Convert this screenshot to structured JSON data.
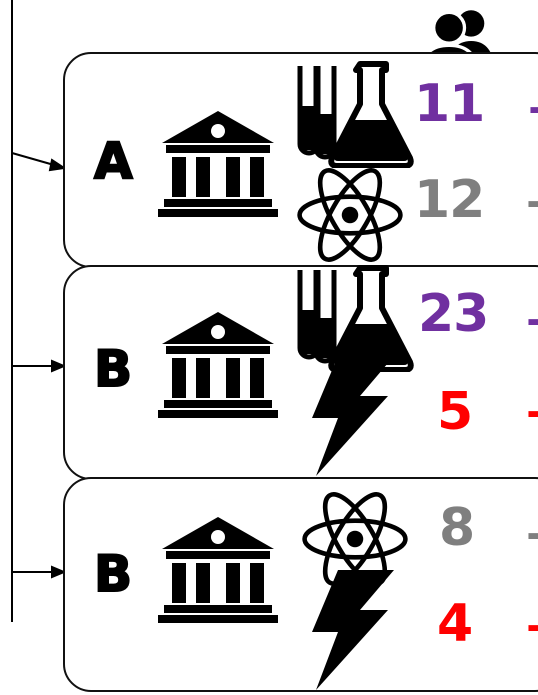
{
  "colors": {
    "purple": "#7030a0",
    "gray": "#7f7f7f",
    "red": "#ff0000",
    "ink": "#000000"
  },
  "header": {
    "icon": "people-icon"
  },
  "cards": [
    {
      "letter": "A",
      "icons": [
        "building-icon",
        "lab-flask-icon",
        "atom-icon"
      ],
      "values": [
        {
          "icon": "lab-flask-icon",
          "value": "11",
          "color": "#7030a0"
        },
        {
          "icon": "atom-icon",
          "value": "12",
          "color": "#7f7f7f"
        }
      ]
    },
    {
      "letter": "B",
      "icons": [
        "building-icon",
        "lab-flask-icon",
        "lightning-icon"
      ],
      "values": [
        {
          "icon": "lab-flask-icon",
          "value": "23",
          "color": "#7030a0"
        },
        {
          "icon": "lightning-icon",
          "value": "5",
          "color": "#ff0000"
        }
      ]
    },
    {
      "letter": "B",
      "icons": [
        "building-icon",
        "atom-icon",
        "lightning-icon"
      ],
      "values": [
        {
          "icon": "atom-icon",
          "value": "8",
          "color": "#7f7f7f"
        },
        {
          "icon": "lightning-icon",
          "value": "4",
          "color": "#ff0000"
        }
      ]
    }
  ]
}
